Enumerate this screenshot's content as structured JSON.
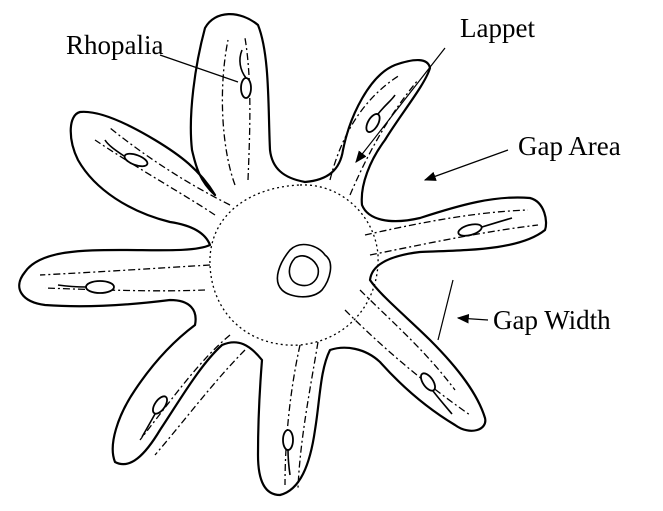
{
  "labels": {
    "rhopalia": "Rhopalia",
    "lappet": "Lappet",
    "gap_area": "Gap Area",
    "gap_width": "Gap Width"
  },
  "lappet_count": 8
}
